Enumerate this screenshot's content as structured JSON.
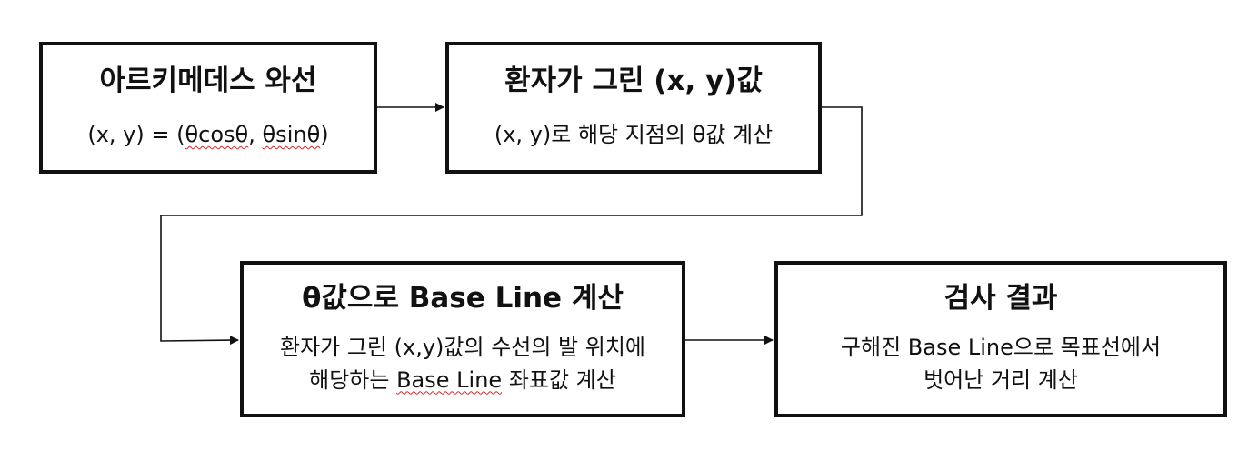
{
  "boxes": [
    {
      "title": "아르키메데스 와선",
      "desc": {
        "prefix": "(x, y) = (",
        "term1": "θcosθ",
        "sep": ", ",
        "term2": "θsinθ",
        "suffix": ")"
      }
    },
    {
      "title": "환자가 그린 (x, y)값",
      "desc": "(x, y)로 해당 지점의 θ값 계산"
    },
    {
      "title": "θ값으로 Base Line 계산",
      "desc_line1": "환자가 그린 (x,y)값의 수선의 발 위치에",
      "desc_line2": {
        "prefix": "해당하는 ",
        "term": "Base Line",
        "suffix": " 좌표값 계산"
      }
    },
    {
      "title": "검사 결과",
      "desc_line1": "구해진 Base Line으로 목표선에서",
      "desc_line2": "벗어난 거리 계산"
    }
  ],
  "colors": {
    "border": "#111111",
    "spellcheck": "#d22b2b"
  }
}
